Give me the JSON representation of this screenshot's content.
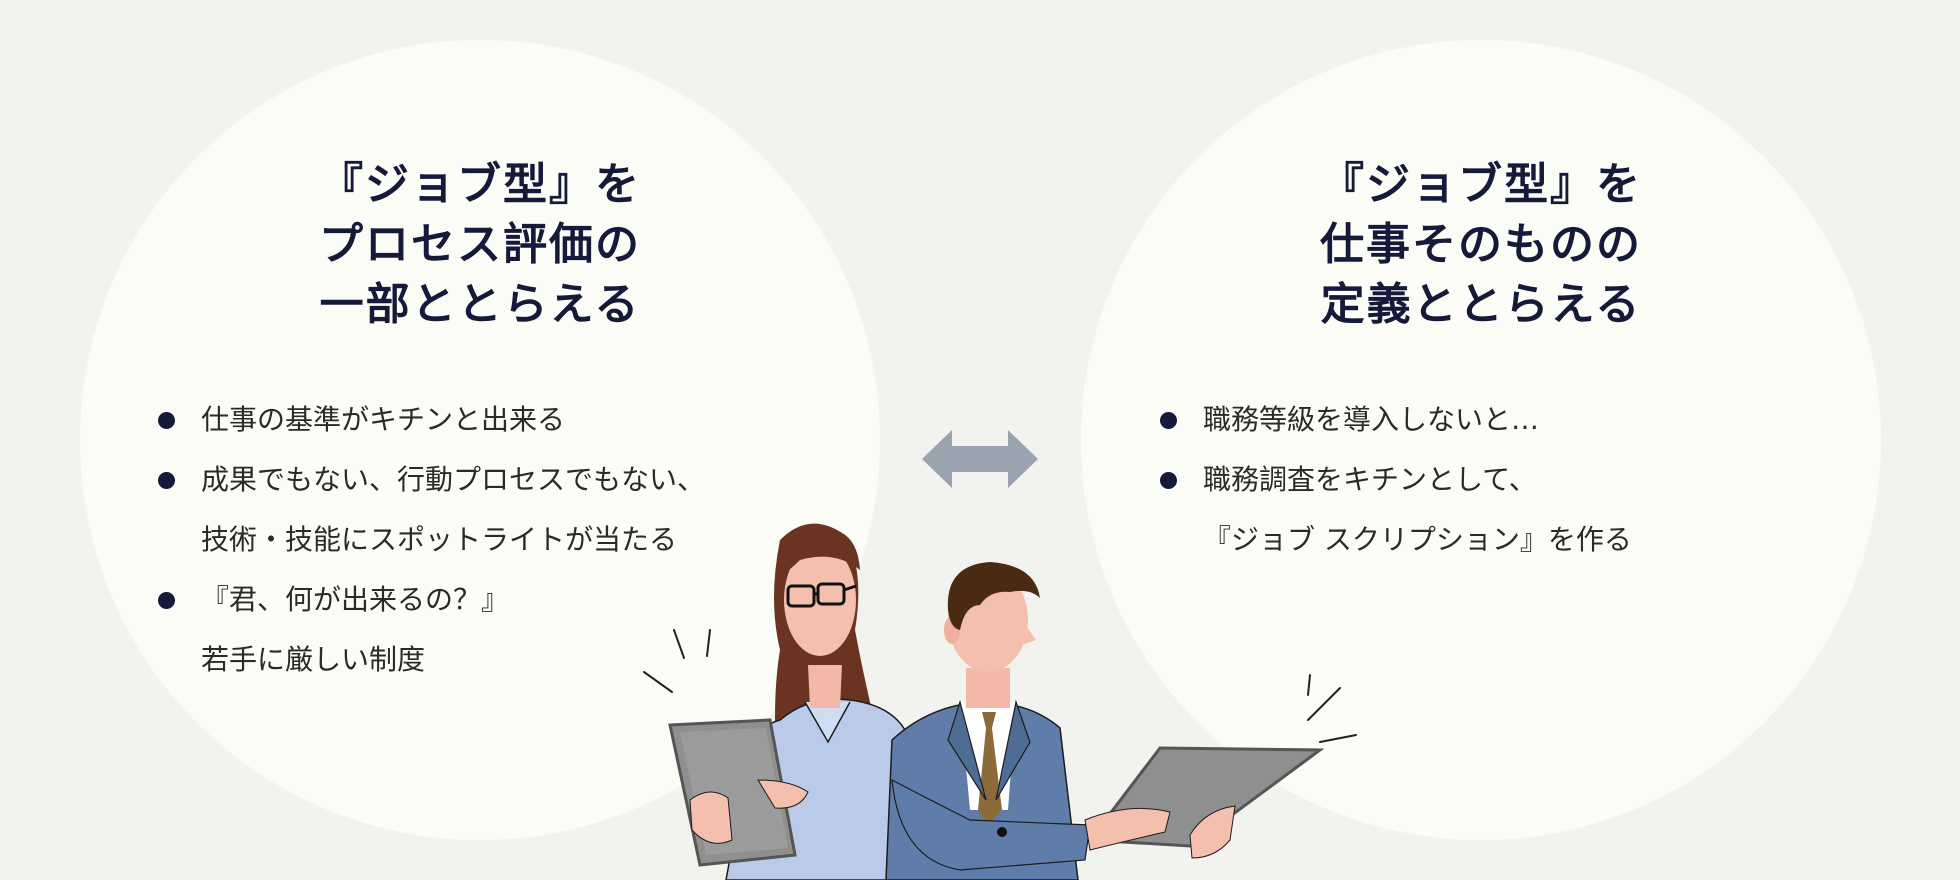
{
  "left": {
    "heading_lines": [
      "『ジョブ型』を",
      "プロセス評価の",
      "一部ととらえる"
    ],
    "bullets": [
      {
        "lines": [
          "仕事の基準がキチンと出来る"
        ]
      },
      {
        "lines": [
          "成果でもない、行動プロセスでもない、",
          "技術・技能にスポットライトが当たる"
        ]
      },
      {
        "lines": [
          "『君、何が出来るの？』",
          "若手に厳しい制度"
        ]
      }
    ]
  },
  "right": {
    "heading_lines": [
      "『ジョブ型』を",
      "仕事そのものの",
      "定義ととらえる"
    ],
    "bullets": [
      {
        "lines": [
          "職務等級を導入しないと…"
        ]
      },
      {
        "lines": [
          "職務調査をキチンとして、",
          "『ジョブ スクリプション』を作る"
        ]
      }
    ]
  },
  "colors": {
    "background": "#f2f2ef",
    "circle": "#fcfcf7",
    "heading": "#15193a",
    "bullet_dot": "#15193a",
    "arrow": "#9aa3b0"
  },
  "icons": {
    "center": "double-arrow-icon",
    "illustration": "two-business-people-with-tablets"
  }
}
